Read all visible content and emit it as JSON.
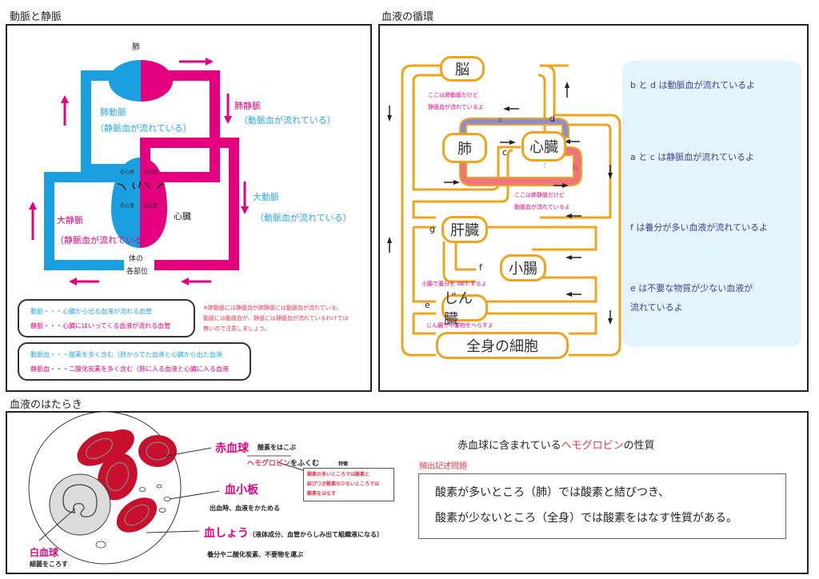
{
  "sections": {
    "arteries_veins": {
      "title": "動脈と静脈",
      "labels": {
        "lung": "肺",
        "pulmonary_artery": "肺動脈",
        "pulmonary_artery_note": "（静脈血が流れている）",
        "pulmonary_vein": "肺静脈",
        "pulmonary_vein_note": "（動脈血が流れている）",
        "aorta": "大動脈",
        "aorta_note": "（動脈血が流れている）",
        "vena_cava": "大静脈",
        "vena_cava_note": "（静脈血が流れている）",
        "heart": "心臓",
        "right_atrium": "右心房",
        "left_atrium": "左心房",
        "right_ventricle": "右心室",
        "left_ventricle": "左心室",
        "body_line1": "体の",
        "body_line2": "各部位"
      },
      "def_box1": {
        "artery": "動脈・・・心臓から出る血液が流れる血管",
        "vein": "静脈・・・心臓にはいってくる血液が流れる血管"
      },
      "def_box2": {
        "arterial_blood": "動脈血・・・酸素を多く含む（肺からでた血液と心臓から出た血液",
        "venous_blood": "静脈血・・・二酸化炭素を多く含む（肺に入る血液と心臓に入る血液"
      },
      "note": {
        "line1": "※肺動脈には静脈血が肺静脈には動脈血が流れている。",
        "line2": "動脈には動脈血が、静脈には静脈血が流れているわけでは",
        "line3": "無いので注意しましょう。"
      },
      "colors": {
        "venous": "#1aa0e0",
        "arterial": "#e4007f"
      }
    },
    "circulation": {
      "title": "血液の循環",
      "organs": {
        "brain": "脳",
        "lung": "肺",
        "heart": "心臓",
        "liver": "肝臓",
        "small_intestine": "小腸",
        "kidney": "じん臓",
        "body_cells": "全身の細胞"
      },
      "vessel_labels": {
        "a": "a",
        "b": "b",
        "c": "c",
        "d": "d",
        "e": "e",
        "f": "f",
        "g": "g"
      },
      "notes": {
        "pa_line1": "ここは肺動脈だけど",
        "pa_line2": "静脈血が流れているよ",
        "pv_line1": "ここは肺静脈だけど",
        "pv_line2": "動脈血が流れているよ",
        "intestine": "小腸で養分を GET するよ",
        "kidney": "じん臓で不要物をへらすよ"
      },
      "info": [
        "b と d は動脈血が流れているよ",
        "a と c は静脈血が流れているよ",
        "f は養分が多い血液が流れているよ",
        "e は不要な物質が少ない血液が",
        "流れているよ"
      ],
      "colors": {
        "vessel": "#f0a41e",
        "a_band": "#8b8fcf",
        "b_band": "#ef7480",
        "info_bg": "#e3f4fc"
      }
    },
    "blood_function": {
      "title": "血液のはたらき",
      "rbc": {
        "name": "赤血球",
        "role": "酸素をはこぶ",
        "hemo": "ヘモグロビン",
        "hemo_suffix": "をふくむ"
      },
      "feature": {
        "heading": "特徴",
        "line1": "酸素の多いところでは酸素と",
        "line2": "結びつき酸素の少ないところでは",
        "line3": "酸素をはなす"
      },
      "platelet": {
        "name": "血小板",
        "role": "出血時、血液をかためる"
      },
      "plasma": {
        "name": "血しょう",
        "detail": "（液体成分、血管からしみ出て組織液になる）",
        "role": "養分や二酸化炭素、不要物を運ぶ"
      },
      "wbc": {
        "name": "白血球",
        "role": "細菌をころす"
      },
      "hemoglobin_title_pre": "赤血球に含まれている",
      "hemoglobin_title_hl": "ヘモグロビン",
      "hemoglobin_title_post": "の性質",
      "exam_label": "頻出記述問題",
      "answer_line1": "酸素が多いところ（肺）では酸素と結びつき、",
      "answer_line2": "酸素が少ないところ（全身）では酸素をはなす性質がある。",
      "colors": {
        "rbc": "#c8102e",
        "wbc": "#dcdcdc",
        "label": "#e4007f"
      }
    }
  }
}
